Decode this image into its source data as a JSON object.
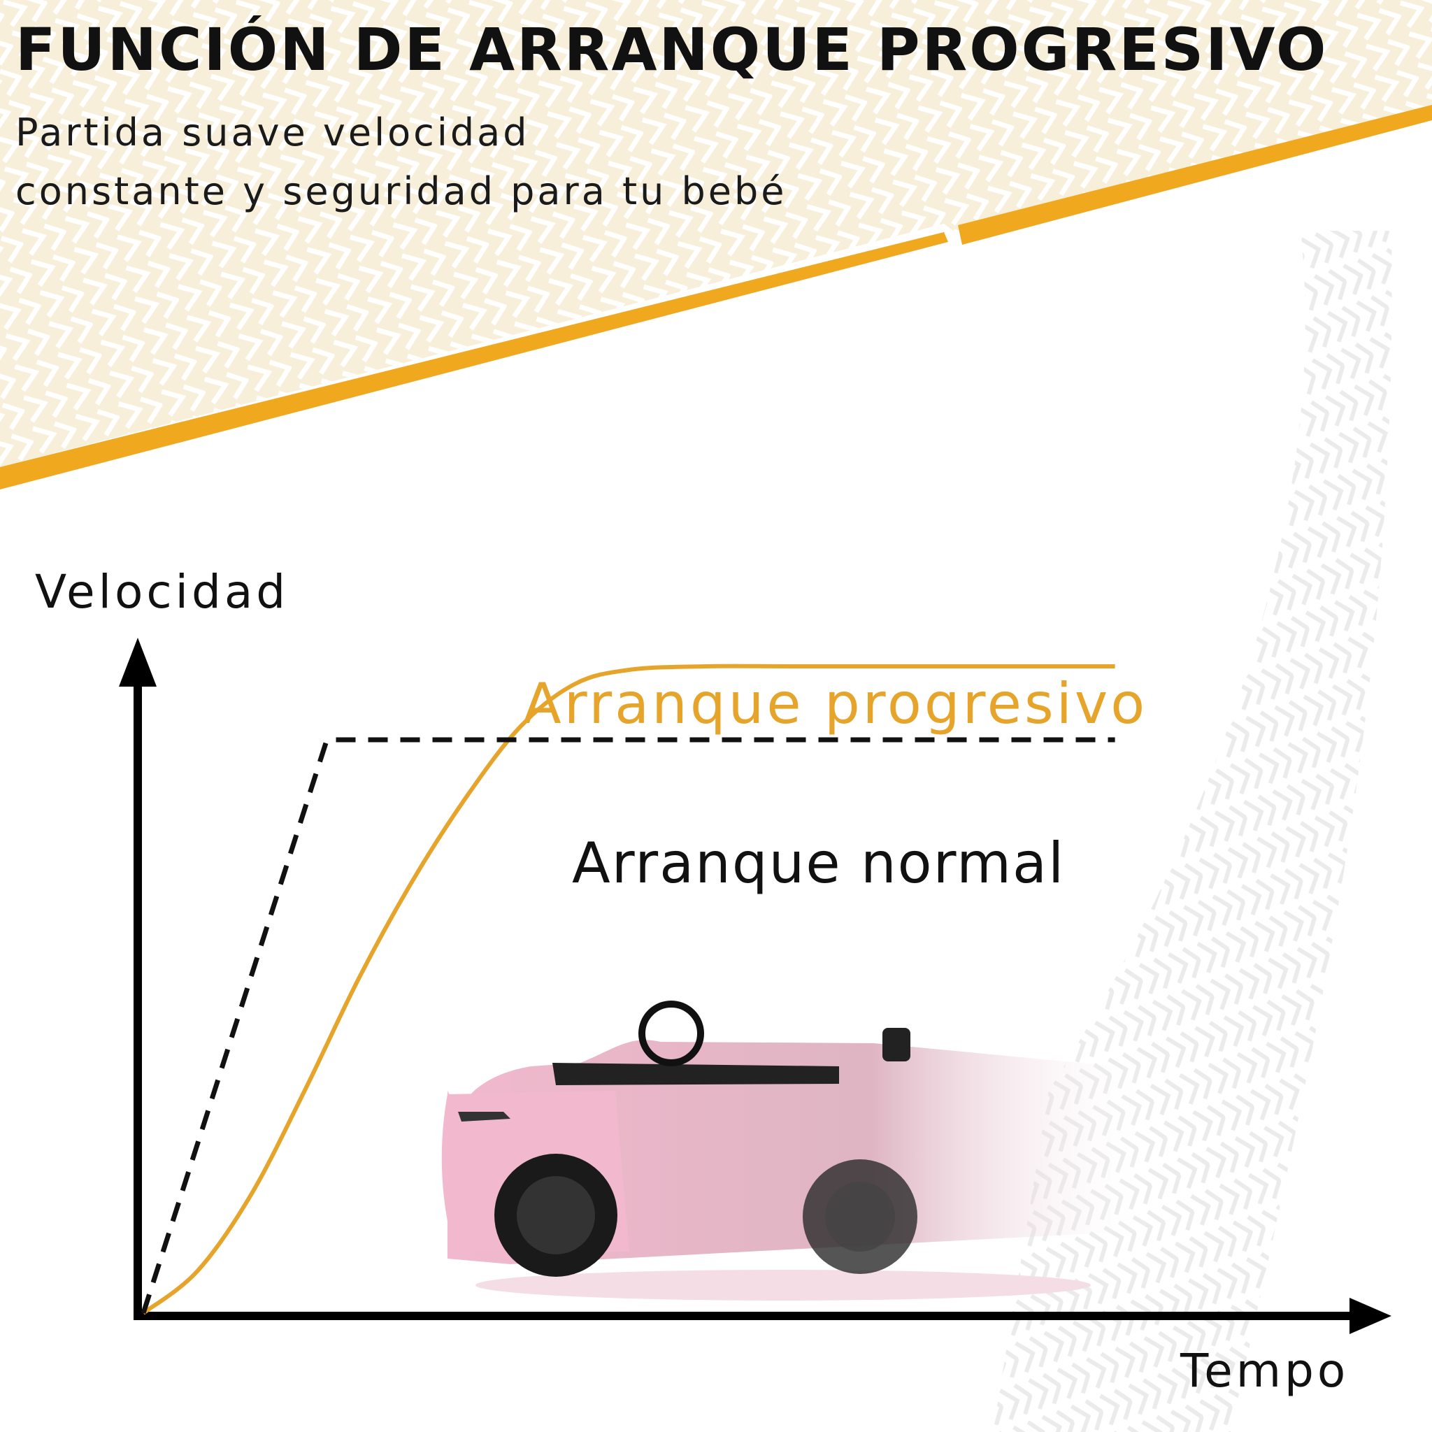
{
  "title": "FUNCIÓN DE ARRANQUE PROGRESIVO",
  "subtitle_lines": [
    "Partida suave velocidad",
    "constante y seguridad para tu bebé"
  ],
  "colors": {
    "accent": "#F0A81E",
    "progressive": "#E6A52A",
    "normal": "#111111",
    "banner": "#F8F0DC",
    "car": "#F2B9CE"
  },
  "icons": [
    "tire-tracks-banner",
    "tire-tracks-curve",
    "pink-ride-on-car"
  ],
  "chart_data": {
    "type": "line",
    "title": "",
    "xlabel": "Tempo",
    "ylabel": "Velocidad",
    "xlim": [
      0,
      100
    ],
    "ylim": [
      0,
      100
    ],
    "grid": false,
    "legend": "inline",
    "series": [
      {
        "name": "Arranque progresivo",
        "style": "solid",
        "x": [
          0,
          5,
          10,
          15,
          20,
          25,
          30,
          35,
          40,
          45,
          52,
          60,
          70,
          80,
          90
        ],
        "y": [
          0,
          6,
          17,
          32,
          48,
          62,
          74,
          84,
          90,
          92,
          92.5,
          92.5,
          92.5,
          92.5,
          92.5
        ]
      },
      {
        "name": "Arranque normal",
        "style": "dashed",
        "x": [
          0,
          17,
          90
        ],
        "y": [
          0,
          82,
          82
        ]
      }
    ]
  }
}
